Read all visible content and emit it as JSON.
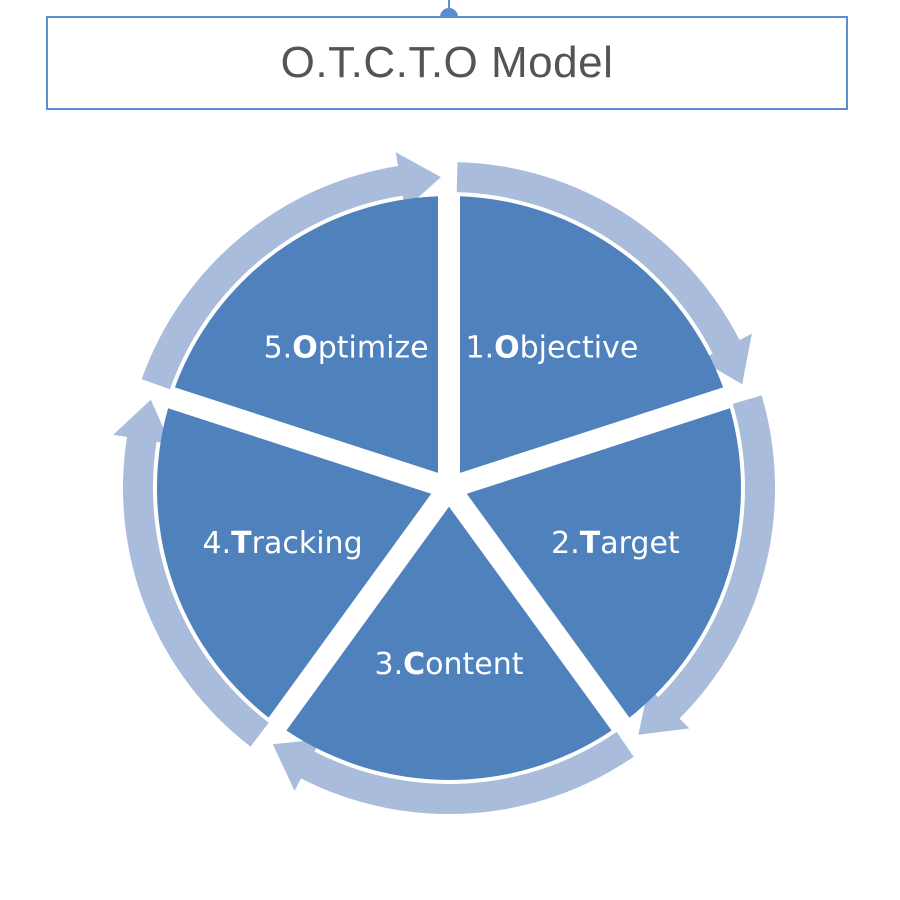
{
  "title": "O.T.C.T.O Model",
  "colors": {
    "segment_fill": "#4f81bd",
    "arrow_fill": "#a9bcdc",
    "title_border": "#5b8ed0",
    "title_text": "#545454",
    "label_text": "#ffffff"
  },
  "segments": [
    {
      "number": "1.",
      "initial": "O",
      "rest": "bjective"
    },
    {
      "number": "2.",
      "initial": "T",
      "rest": "arget"
    },
    {
      "number": "3.",
      "initial": "C",
      "rest": "ontent"
    },
    {
      "number": "4.",
      "initial": "T",
      "rest": "racking"
    },
    {
      "number": "5.",
      "initial": "O",
      "rest": "ptimize"
    }
  ]
}
